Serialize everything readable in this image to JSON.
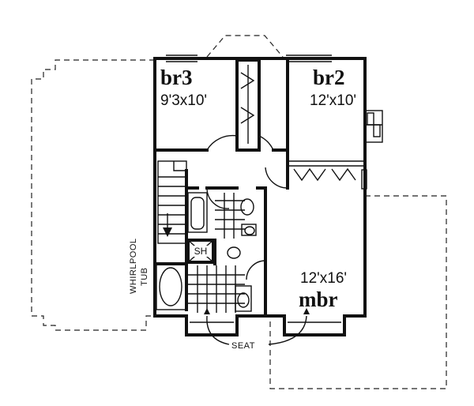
{
  "rooms": {
    "br3": {
      "name": "br3",
      "size": "9'3x10'"
    },
    "br2": {
      "name": "br2",
      "size": "12'x10'"
    },
    "mbr": {
      "name": "mbr",
      "size": "12'x16'"
    }
  },
  "fixtures": {
    "shower": "SH",
    "whirlpool_line1": "WHIRLPOOL",
    "whirlpool_line2": "TUB",
    "seat": "SEAT"
  }
}
